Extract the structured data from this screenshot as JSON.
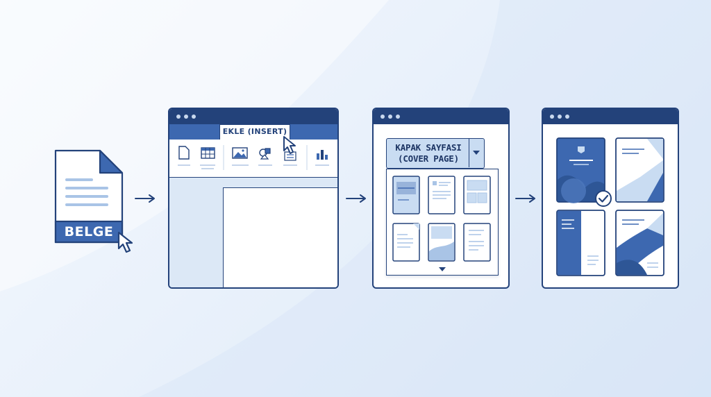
{
  "steps": {
    "document": {
      "label": "BELGE"
    },
    "insert_window": {
      "tab_label": "EKLE (INSERT)"
    },
    "cover_window": {
      "button_line1": "KAPAK SAYFASI",
      "button_line2": "(COVER PAGE)"
    }
  },
  "colors": {
    "navy": "#23427a",
    "accent": "#3d68b0",
    "light_fill": "#c9dcf2",
    "pale_fill": "#dce8f6"
  },
  "icons": [
    "file-icon",
    "table-icon",
    "picture-icon",
    "shapes-icon",
    "chart-icon",
    "cursor-icon",
    "arrow-right-icon",
    "dropdown-icon",
    "checkmark-icon"
  ]
}
